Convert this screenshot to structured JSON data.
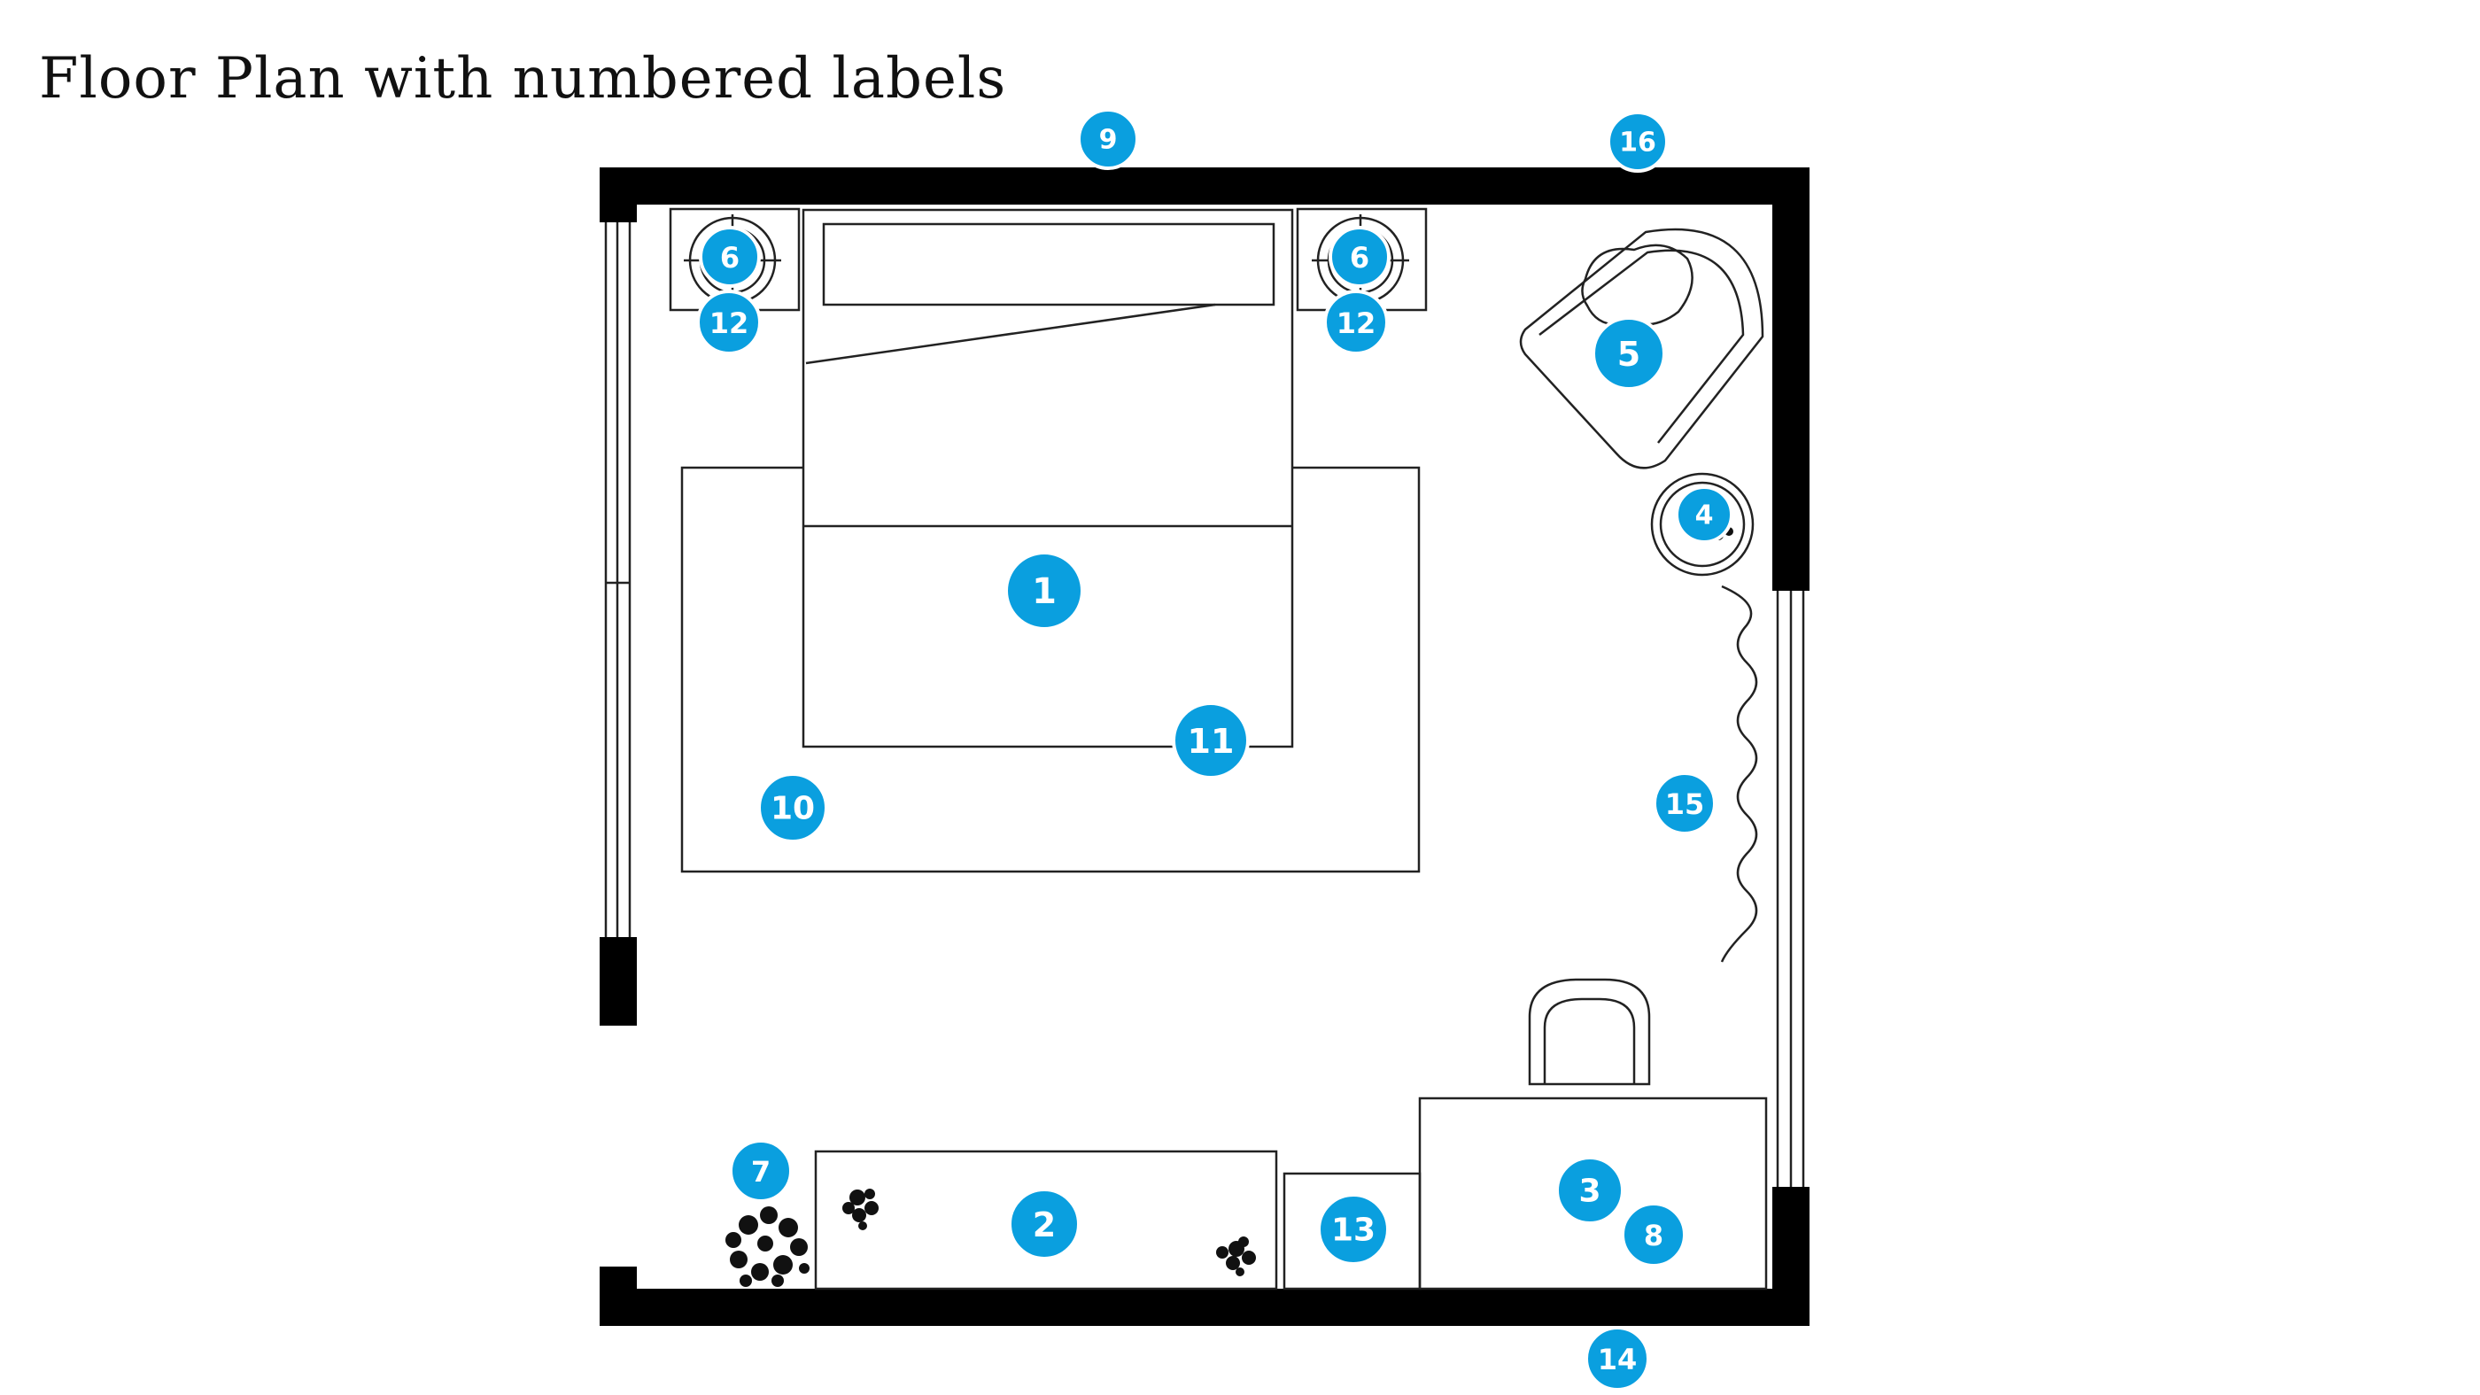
{
  "title": "Floor Plan with numbered labels",
  "colors": {
    "badge": "#0a9fdf",
    "wall": "#000000",
    "line": "#222222"
  },
  "labels": {
    "bed": "1",
    "dresser": "2",
    "desk": "3",
    "side_table_plant": "4",
    "armchair": "5",
    "lamp_left": "6",
    "lamp_right": "6",
    "floor_plant": "7",
    "desk_accessory": "8",
    "wall_top": "9",
    "rug": "10",
    "bed_bench": "11",
    "nightstand_left": "12",
    "nightstand_right": "12",
    "storage_cabinet": "13",
    "wall_bottom": "14",
    "curtain": "15",
    "wall_corner": "16"
  }
}
